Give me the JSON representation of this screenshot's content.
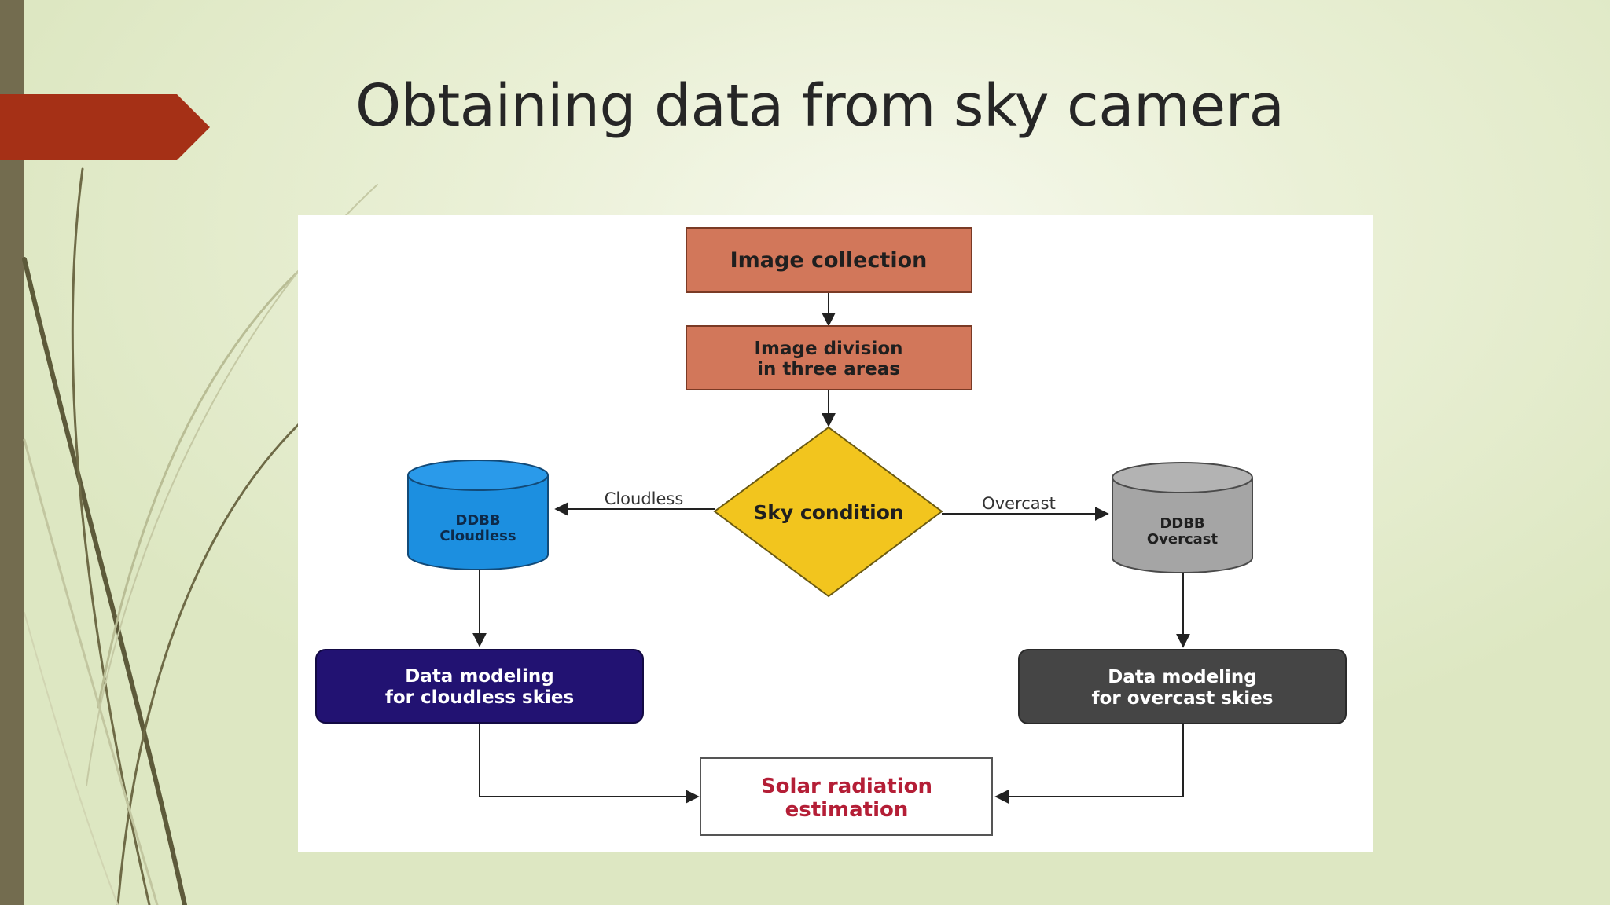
{
  "slide": {
    "title": "Obtaining data from sky camera"
  },
  "diagram": {
    "nodes": {
      "image_collection": "Image collection",
      "image_division_line1": "Image division",
      "image_division_line2": "in three areas",
      "sky_condition": "Sky condition",
      "ddbb_cloudless_line1": "DDBB",
      "ddbb_cloudless_line2": "Cloudless",
      "ddbb_overcast_line1": "DDBB",
      "ddbb_overcast_line2": "Overcast",
      "modeling_cloudless_line1": "Data modeling",
      "modeling_cloudless_line2": "for cloudless skies",
      "modeling_overcast_line1": "Data modeling",
      "modeling_overcast_line2": "for overcast skies",
      "solar_line1": "Solar radiation",
      "solar_line2": "estimation"
    },
    "edges": {
      "cloudless_label": "Cloudless",
      "overcast_label": "Overcast"
    }
  },
  "colors": {
    "accent_arrow": "#a53016",
    "left_strip": "#736c4f",
    "process_box": "#d2775a",
    "decision": "#f2c51e",
    "db_cloudless": "#1c8fe0",
    "db_overcast": "#a5a5a5",
    "model_cloudless": "#221272",
    "model_overcast": "#454545",
    "solar_text": "#b41e36"
  }
}
